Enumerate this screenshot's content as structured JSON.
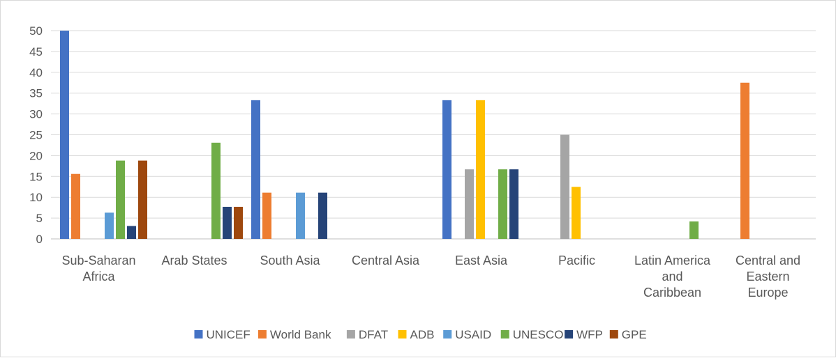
{
  "chart_data": {
    "type": "bar",
    "title": "",
    "xlabel": "",
    "ylabel": "",
    "ylim": [
      0,
      50
    ],
    "yticks": [
      0,
      5,
      10,
      15,
      20,
      25,
      30,
      35,
      40,
      45,
      50
    ],
    "grid": true,
    "legend_position": "bottom",
    "categories": [
      "Sub-Saharan Africa",
      "Arab States",
      "South Asia",
      "Central Asia",
      "East Asia",
      "Pacific",
      "Latin America and Caribbean",
      "Central and Eastern Europe"
    ],
    "category_lines": [
      [
        "Sub-Saharan",
        "Africa"
      ],
      [
        "Arab States"
      ],
      [
        "South Asia"
      ],
      [
        "Central Asia"
      ],
      [
        "East Asia"
      ],
      [
        "Pacific"
      ],
      [
        "Latin America",
        "and",
        "Caribbean"
      ],
      [
        "Central and",
        "Eastern",
        "Europe"
      ]
    ],
    "series": [
      {
        "name": "UNICEF",
        "color": "#4472C4",
        "values": [
          50,
          0,
          33.3,
          0,
          33.3,
          0,
          0,
          0
        ]
      },
      {
        "name": "World Bank",
        "color": "#ED7D31",
        "values": [
          15.6,
          0,
          11.1,
          0,
          0,
          0,
          0,
          37.5
        ]
      },
      {
        "name": "DFAT",
        "color": "#A5A5A5",
        "values": [
          0,
          0,
          0,
          0,
          16.7,
          25,
          0,
          0
        ]
      },
      {
        "name": "ADB",
        "color": "#FFC000",
        "values": [
          0,
          0,
          0,
          0,
          33.3,
          12.5,
          0,
          0
        ]
      },
      {
        "name": "USAID",
        "color": "#5B9BD5",
        "values": [
          6.3,
          0,
          11.1,
          0,
          0,
          0,
          0,
          0
        ]
      },
      {
        "name": "UNESCO",
        "color": "#70AD47",
        "values": [
          18.8,
          23.1,
          0,
          0,
          16.7,
          0,
          4.2,
          0
        ]
      },
      {
        "name": "WFP",
        "color": "#264478",
        "values": [
          3.1,
          7.7,
          11.1,
          0,
          16.7,
          0,
          0,
          0
        ]
      },
      {
        "name": "GPE",
        "color": "#9E480E",
        "values": [
          18.8,
          7.7,
          0,
          0,
          0,
          0,
          0,
          0
        ]
      }
    ]
  }
}
